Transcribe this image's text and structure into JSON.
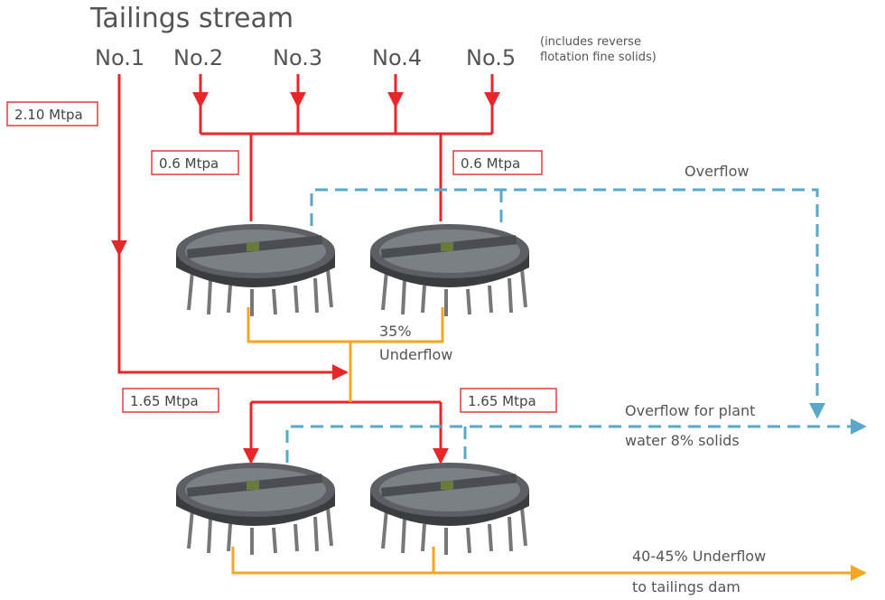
{
  "title": "Tailings stream",
  "streams": [
    "No.1",
    "No.2",
    "No.3",
    "No.4",
    "No.5"
  ],
  "stream_note_line1": "(includes reverse",
  "stream_note_line2": "flotation fine solids)",
  "flows": {
    "no1": "2.10 Mtpa",
    "left_upper": "0.6 Mtpa",
    "right_upper": "0.6 Mtpa",
    "left_lower": "1.65 Mtpa",
    "right_lower": "1.65 Mtpa"
  },
  "labels": {
    "overflow": "Overflow",
    "underflow_pct": "35%",
    "underflow": "Underflow",
    "plant_water_line1": "Overflow for plant",
    "plant_water_line2": "water 8% solids",
    "final_underflow_line1": "40-45% Underflow",
    "final_underflow_line2": "to tailings dam"
  },
  "colors": {
    "feed": "#e8262a",
    "underflow": "#f5a623",
    "overflow": "#5aa7c9"
  }
}
